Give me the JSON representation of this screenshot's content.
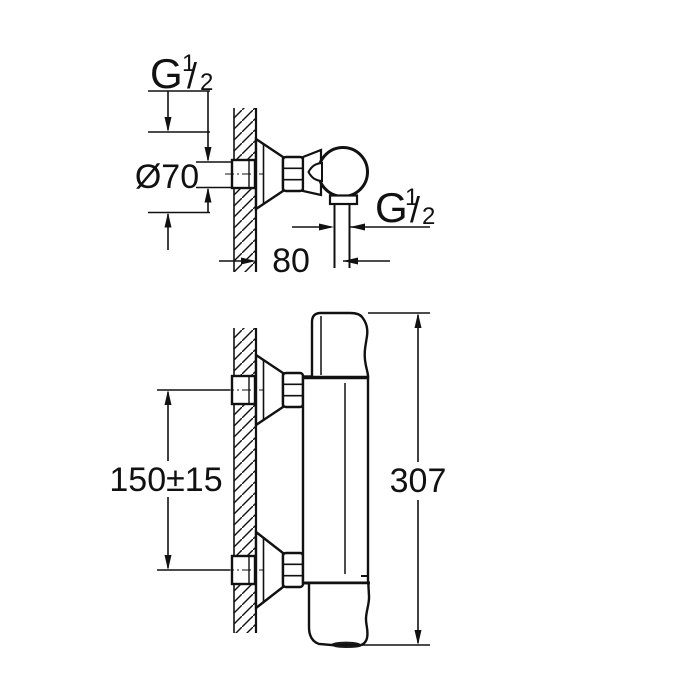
{
  "colors": {
    "ink": "#111111",
    "background": "#ffffff"
  },
  "top_view": {
    "wall_thread": {
      "letter": "G",
      "numerator": "1",
      "slash": "/",
      "denominator": "2"
    },
    "escutcheon_diameter": "Ø70",
    "hose_thread": {
      "letter": "G",
      "numerator": "1",
      "slash": "/",
      "denominator": "2"
    },
    "wall_to_hose_center": "80"
  },
  "bottom_view": {
    "connection_spacing": "150±15",
    "overall_height": "307"
  }
}
